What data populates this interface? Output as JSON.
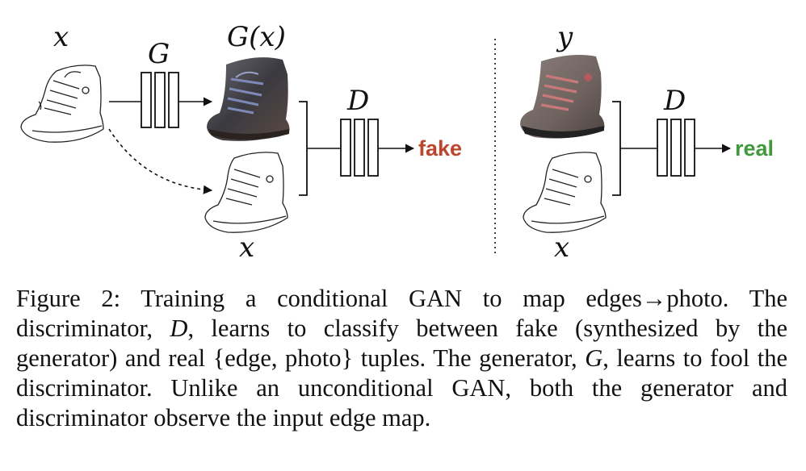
{
  "figure": {
    "left_panel": {
      "input_label": "x",
      "generator_label": "G",
      "generated_label": "G(x)",
      "discriminator_label": "D",
      "conditional_input_label": "x",
      "output_label": "fake"
    },
    "right_panel": {
      "target_label": "y",
      "discriminator_label": "D",
      "conditional_input_label": "x",
      "output_label": "real"
    },
    "colors": {
      "fake": "#c0442a",
      "real": "#3f9a3a"
    }
  },
  "caption": {
    "figure_number": "Figure 2:",
    "part1": " Training a conditional GAN to map edges→photo. The discriminator, ",
    "d_symbol": "D",
    "part2": ", learns to classify between fake (synthesized by the generator) and real {edge, photo} tuples. The generator, ",
    "g_symbol": "G",
    "part3": ", learns to fool the discriminator. Unlike an unconditional GAN, both the generator and discriminator observe the input edge map."
  }
}
